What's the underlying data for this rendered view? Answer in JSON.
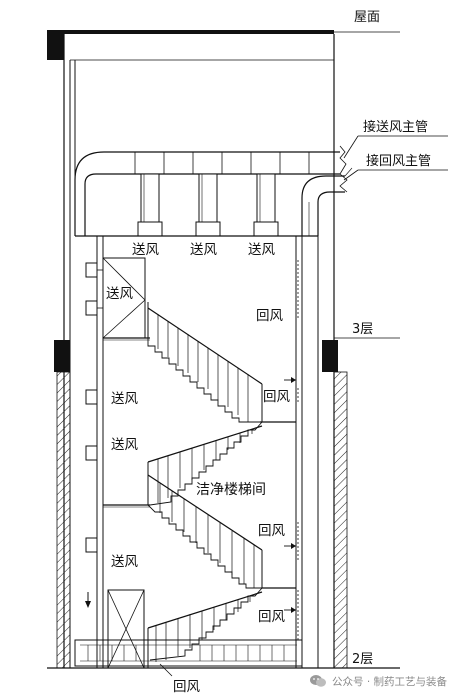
{
  "labels": {
    "roof": "屋面",
    "supply_main": "接送风主管",
    "return_main": "接回风主管",
    "floor_3": "3层",
    "floor_2": "2层",
    "supply_top_1": "送风",
    "supply_top_2": "送风",
    "supply_top_3": "送风",
    "supply_left_1": "送风",
    "supply_left_2": "送风",
    "supply_left_3": "送风",
    "supply_left_4": "送风",
    "return_right_1": "回风",
    "return_right_2": "回风",
    "return_right_3": "回风",
    "return_right_4": "回风",
    "return_bottom": "回风",
    "stairwell": "洁净楼梯间"
  },
  "watermark": {
    "text": "公众号 · 制药工艺与装备"
  }
}
